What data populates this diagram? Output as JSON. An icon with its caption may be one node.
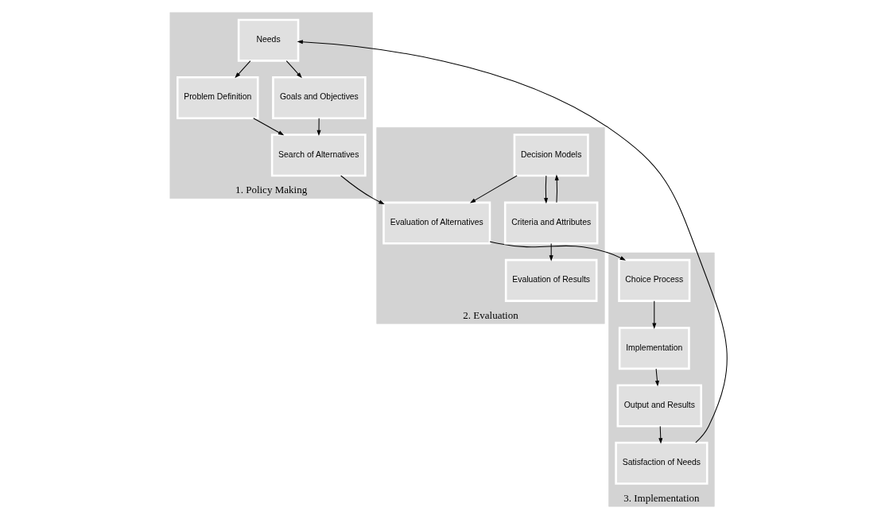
{
  "diagram": {
    "nodes": [
      {
        "text": [
          "1. Policy Making"
        ]
      },
      {
        "text": [
          "Problem Definition"
        ],
        "in": 0
      },
      {
        "text": [
          "Search of Alternatives"
        ],
        "in": 0
      },
      {
        "text": [
          "Goals and Objectives"
        ],
        "in": 0
      },
      {
        "text": [
          "Needs"
        ],
        "in": 0
      },
      {
        "text": [
          "2. Evaluation"
        ]
      },
      {
        "text": [
          "Evaluation of Alternatives"
        ],
        "in": 5
      },
      {
        "text": [
          "Decision Models"
        ],
        "in": 5
      },
      {
        "text": [
          "Criteria and Attributes"
        ],
        "in": 5
      },
      {
        "text": [
          "Evaluation of Results"
        ],
        "in": 5
      },
      {
        "text": [
          "3. Implementation"
        ]
      },
      {
        "text": [
          "Choice Process"
        ],
        "in": 10
      },
      {
        "text": [
          "Implementation"
        ],
        "in": 10
      },
      {
        "text": [
          "Output and Results"
        ],
        "in": 10
      },
      {
        "text": [
          "Satisfaction of Needs"
        ],
        "in": 10
      }
    ],
    "edges": [
      {
        "from": 1,
        "to": 2,
        "arrow": "to"
      },
      {
        "from": 2,
        "to": 6,
        "arrow": "to"
      },
      {
        "from": 6,
        "to": 11,
        "arrow": "to"
      },
      {
        "from": 11,
        "to": 12,
        "arrow": "to"
      },
      {
        "from": 12,
        "to": 13,
        "arrow": "to"
      },
      {
        "from": 13,
        "to": 14,
        "arrow": "to"
      },
      {
        "from": 14,
        "to": 4,
        "arrow": "to"
      },
      {
        "from": 4,
        "to": 1,
        "arrow": "to"
      },
      {
        "from": 4,
        "to": 3,
        "arrow": "to"
      },
      {
        "from": 3,
        "to": 2,
        "arrow": "to"
      },
      {
        "from": 7,
        "to": 6,
        "arrow": "to"
      },
      {
        "from": 8,
        "to": 7,
        "arrow": "to"
      },
      {
        "from": 7,
        "to": 8,
        "arrow": "to"
      },
      {
        "from": 8,
        "to": 9,
        "arrow": "to"
      }
    ]
  }
}
